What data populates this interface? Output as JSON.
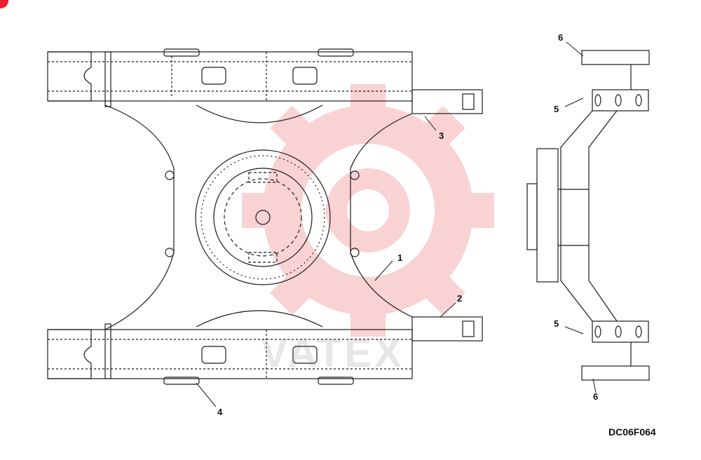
{
  "callouts": {
    "c1": "1",
    "c2": "2",
    "c3": "3",
    "c4": "4",
    "c5a": "5",
    "c5b": "5",
    "c6a": "6",
    "c6b": "6"
  },
  "figure_code": "DC06F064",
  "watermark": {
    "text": "VATEX",
    "color": "#f4a6a9"
  },
  "colors": {
    "line": "#1a1a1a",
    "badge": "#e8202a"
  }
}
